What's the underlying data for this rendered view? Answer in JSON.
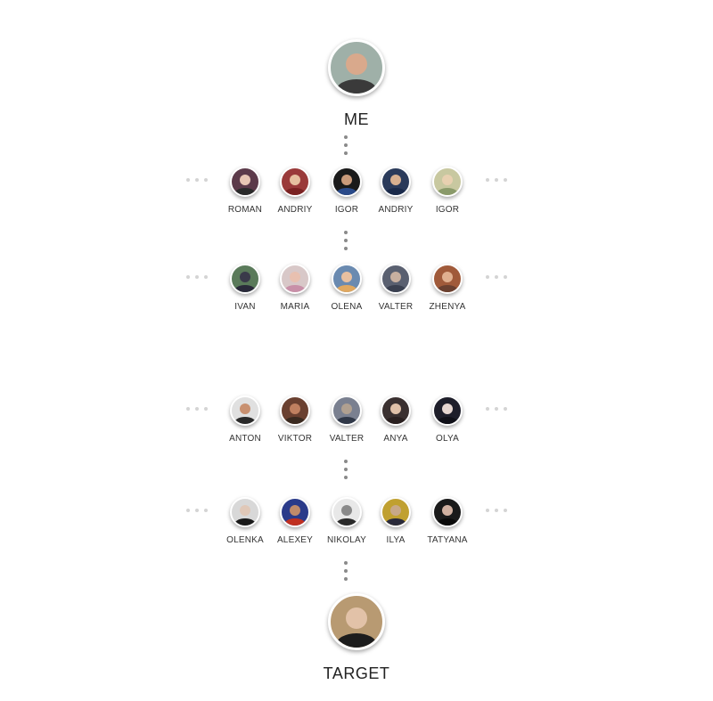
{
  "me": {
    "label": "ME",
    "bg": "#9fb0a8",
    "skin": "#d9a98c",
    "cloth": "#3a3a3a"
  },
  "target": {
    "label": "TARGET",
    "bg": "#b89a72",
    "skin": "#e2c2a8",
    "cloth": "#1c1c1c"
  },
  "levels": [
    {
      "people": [
        {
          "name": "ROMAN",
          "bg": "#5c3a4a",
          "skin": "#e8c6b4",
          "cloth": "#2a2a2a"
        },
        {
          "name": "ANDRIY",
          "bg": "#9a3a3a",
          "skin": "#e6c0a0",
          "cloth": "#7a2222"
        },
        {
          "name": "IGOR",
          "bg": "#1a1a1a",
          "skin": "#c99a7a",
          "cloth": "#2a4a8a"
        },
        {
          "name": "ANDRIY",
          "bg": "#2a3a5a",
          "skin": "#d8b090",
          "cloth": "#1a2a4a"
        },
        {
          "name": "IGOR",
          "bg": "#c8c8a0",
          "skin": "#e8d0b0",
          "cloth": "#8a9a6a"
        }
      ]
    },
    {
      "people": [
        {
          "name": "IVAN",
          "bg": "#5a7a5a",
          "skin": "#3a3a4a",
          "cloth": "#2a2a3a"
        },
        {
          "name": "MARIA",
          "bg": "#d8c8c8",
          "skin": "#e8c0b0",
          "cloth": "#c890a8"
        },
        {
          "name": "OLENA",
          "bg": "#6a8ab0",
          "skin": "#e8c0a0",
          "cloth": "#e0a860"
        },
        {
          "name": "VALTER",
          "bg": "#5a6070",
          "skin": "#c8b0a0",
          "cloth": "#3a4050"
        },
        {
          "name": "ZHENYA",
          "bg": "#a05a3a",
          "skin": "#e0b090",
          "cloth": "#6a4030"
        }
      ]
    },
    {
      "people": [
        {
          "name": "ANTON",
          "bg": "#e0e0e0",
          "skin": "#c89070",
          "cloth": "#2a2a2a"
        },
        {
          "name": "VIKTOR",
          "bg": "#6a4030",
          "skin": "#c08060",
          "cloth": "#3a2a20"
        },
        {
          "name": "VALTER",
          "bg": "#7a8090",
          "skin": "#b0a090",
          "cloth": "#303848"
        },
        {
          "name": "ANYA",
          "bg": "#3a3030",
          "skin": "#e0c0a8",
          "cloth": "#2a2020"
        },
        {
          "name": "OLYA",
          "bg": "#1e1e2a",
          "skin": "#e6d6d0",
          "cloth": "#101018"
        }
      ]
    },
    {
      "people": [
        {
          "name": "OLENKA",
          "bg": "#d8d8d8",
          "skin": "#e0c8b8",
          "cloth": "#1a1a1a"
        },
        {
          "name": "ALEXEY",
          "bg": "#2a3a8a",
          "skin": "#c08a6a",
          "cloth": "#c03020"
        },
        {
          "name": "NIKOLAY",
          "bg": "#e8e8e8",
          "skin": "#8a8a8a",
          "cloth": "#2a2a2a"
        },
        {
          "name": "ILYA",
          "bg": "#c0a030",
          "skin": "#c8a888",
          "cloth": "#2a2a3a"
        },
        {
          "name": "TATYANA",
          "bg": "#1a1a1a",
          "skin": "#d0b0a0",
          "cloth": "#0a0a0a"
        }
      ]
    }
  ]
}
